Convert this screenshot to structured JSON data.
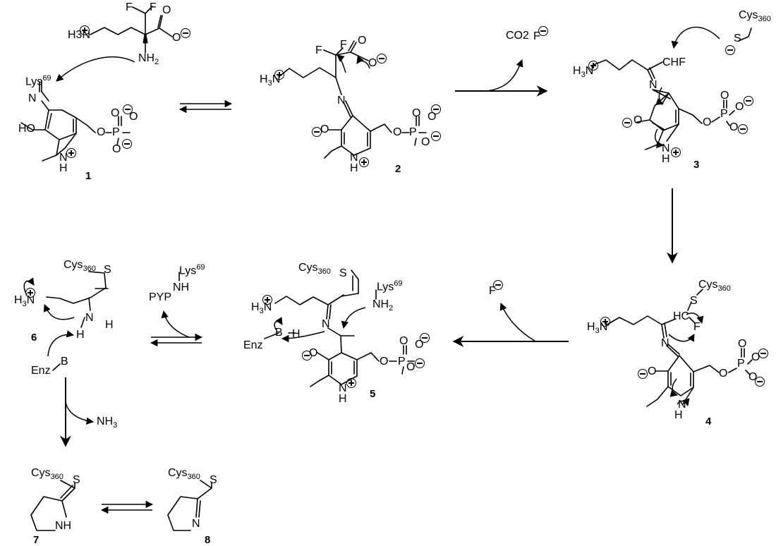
{
  "labels": {
    "c1_H3N": "H3N",
    "c1_F_left": "F",
    "c1_F_right": "F",
    "c1_O_carbonyl": "O",
    "c1_O_minus": "O",
    "c1_NH2": "NH2",
    "c1_Lys": "Lys",
    "c1_Lys_sup": "69",
    "c1_N": "N",
    "c1_HO": "HO",
    "c1_O_link": "O",
    "c1_P": "P",
    "c1_O_top": "O",
    "c1_O_right": "O",
    "c1_O_bottom": "O",
    "c1_NH": "N",
    "c1_NH_H": "H",
    "c1_number": "1",
    "c2_H3N": "H3N",
    "c2_F_left": "F",
    "c2_F_right": "F",
    "c2_O_carbonyl": "O",
    "c2_O_minus": "O",
    "c2_N": "N",
    "c2_O_phenolate": "O",
    "c2_O_link": "O",
    "c2_P": "P",
    "c2_O_top": "O",
    "c2_O_right": "O",
    "c2_O_bottom": "O",
    "c2_NH": "N",
    "c2_NH_H": "H",
    "c2_number": "2",
    "co2": "CO2",
    "f_minus_top": "F",
    "c3_Cys": "Cys",
    "c3_Cys_sub": "360",
    "c3_S": "S",
    "c3_H3N": "H3N",
    "c3_CHF": "CHF",
    "c3_N": "N",
    "c3_O_phenolate": "O",
    "c3_O_link": "O",
    "c3_P": "P",
    "c3_O_top": "O",
    "c3_O_right": "O",
    "c3_O_bottom": "O",
    "c3_N_ring": "N",
    "c3_H_ring": "H",
    "c3_number": "3",
    "c4_F": "F",
    "c4_Cys": "Cys",
    "c4_Cys_sub": "360",
    "c4_S": "S",
    "c4_H3N": "H3N",
    "c4_HC": "HC",
    "c4_F_sub": "F",
    "c4_N": "N",
    "c4_O_phenolate": "O",
    "c4_O_link": "O",
    "c4_P": "P",
    "c4_O_top": "O",
    "c4_O_right": "O",
    "c4_O_bottom": "O",
    "c4_NH": "N",
    "c4_NH_H": "H",
    "c4_number": "4",
    "c5_Cys": "Cys",
    "c5_Cys_sub": "360",
    "c5_S": "S",
    "c5_Lys": "Lys",
    "c5_Lys_sup": "69",
    "c5_NH2": "NH2",
    "c5_H3N": "H3N",
    "c5_N": "N",
    "c5_EnzBH": "Enz",
    "c5_B": "B",
    "c5_H": "H",
    "c5_O_phenolate": "O",
    "c5_O_link": "O",
    "c5_P": "P",
    "c5_O_top": "O",
    "c5_O_right": "O",
    "c5_O_bottom": "O",
    "c5_NH": "N",
    "c5_NH_H": "H",
    "c5_number": "5",
    "pyp_Lys": "Lys",
    "pyp_Lys_sup": "69",
    "pyp_PYP": "PYP",
    "pyp_NH": "NH",
    "c6_Cys": "Cys",
    "c6_Cys_sub": "360",
    "c6_S": "S",
    "c6_H3N": "H3N",
    "c6_NH": "N",
    "c6_H_right": "H",
    "c6_H_down": "H",
    "c6_number": "6",
    "enzB_Enz": "Enz",
    "enzB_B": "B",
    "nh3": "NH3",
    "c7_Cys": "Cys",
    "c7_Cys_sub": "360",
    "c7_S": "S",
    "c7_NH": "NH",
    "c7_number": "7",
    "c8_Cys": "Cys",
    "c8_Cys_sub": "360",
    "c8_S": "S",
    "c8_N": "N",
    "c8_number": "8"
  }
}
